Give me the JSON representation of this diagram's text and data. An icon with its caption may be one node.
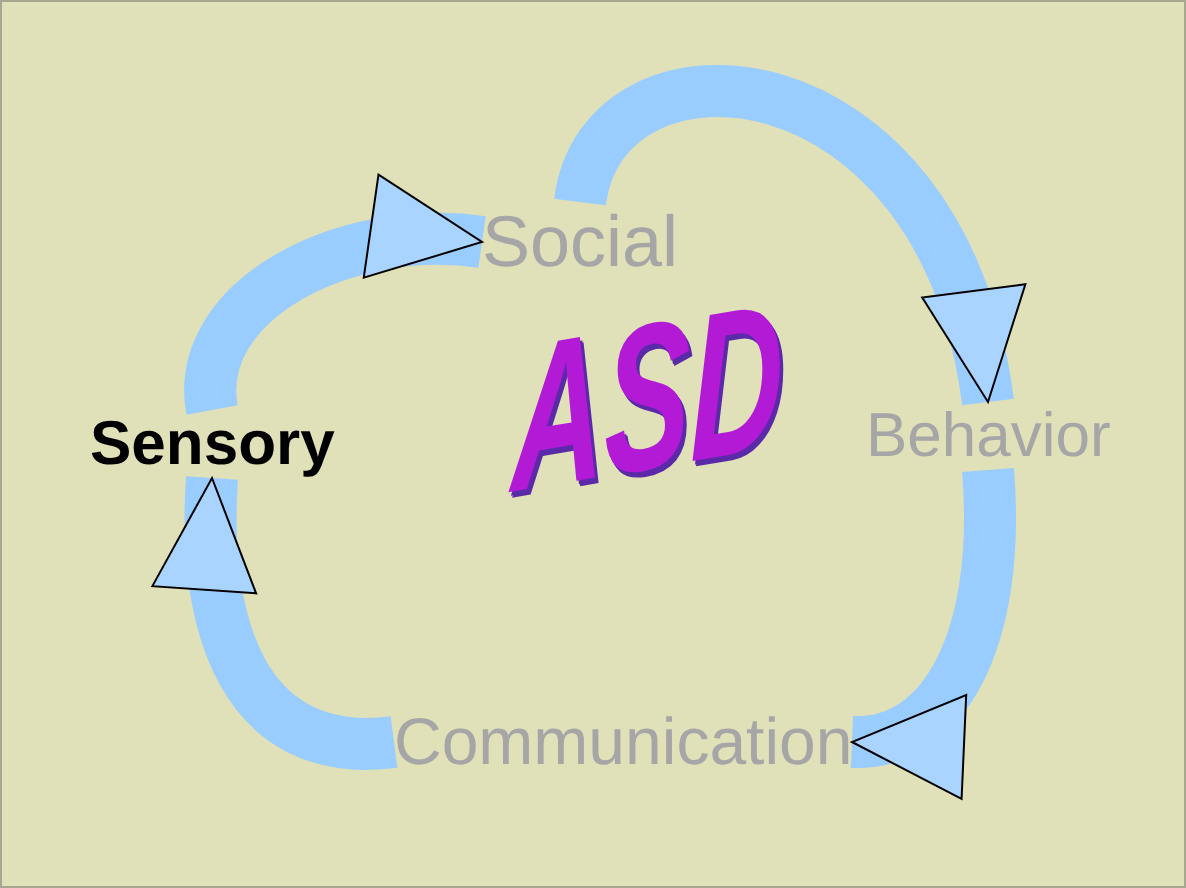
{
  "diagram": {
    "nodes": [
      {
        "text": [
          "Social"
        ]
      },
      {
        "text": [
          "Sensory"
        ]
      },
      {
        "text": [
          "Behavior"
        ]
      },
      {
        "text": [
          "Communication"
        ]
      }
    ],
    "edges": [
      {
        "from": 1,
        "to": 0,
        "arrow": "to"
      },
      {
        "from": 0,
        "to": 2,
        "arrow": "to"
      },
      {
        "from": 2,
        "to": 3,
        "arrow": "to"
      },
      {
        "from": 3,
        "to": 1,
        "arrow": "to"
      }
    ],
    "labels": [
      "ASD"
    ]
  }
}
